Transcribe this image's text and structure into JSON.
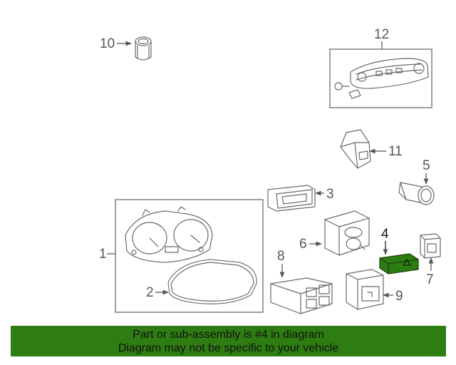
{
  "callouts": {
    "c1": "1",
    "c2": "2",
    "c3": "3",
    "c4": "4",
    "c5": "5",
    "c6": "6",
    "c7": "7",
    "c8": "8",
    "c9": "9",
    "c10": "10",
    "c11": "11",
    "c12": "12"
  },
  "highlight": {
    "part_number": "4",
    "color": "#2e7d12"
  },
  "banner": {
    "line1": "Part or sub-assembly is #4 in diagram",
    "line2": "Diagram may not be specific to your vehicle",
    "color": "#2e7d12"
  },
  "icons": {
    "part_10": "push-button-switch-icon",
    "part_12": "climate-control-panel-icon",
    "part_11": "switch-housing-icon",
    "part_5": "ignition-button-icon",
    "part_3": "display-module-icon",
    "part_6": "mirror-switch-icon",
    "part_4": "hazard-switch-icon",
    "part_7": "small-switch-icon",
    "part_8": "switch-bezel-icon",
    "part_9": "switch-base-icon",
    "part_1": "instrument-cluster-icon",
    "part_2": "cluster-lens-icon"
  }
}
